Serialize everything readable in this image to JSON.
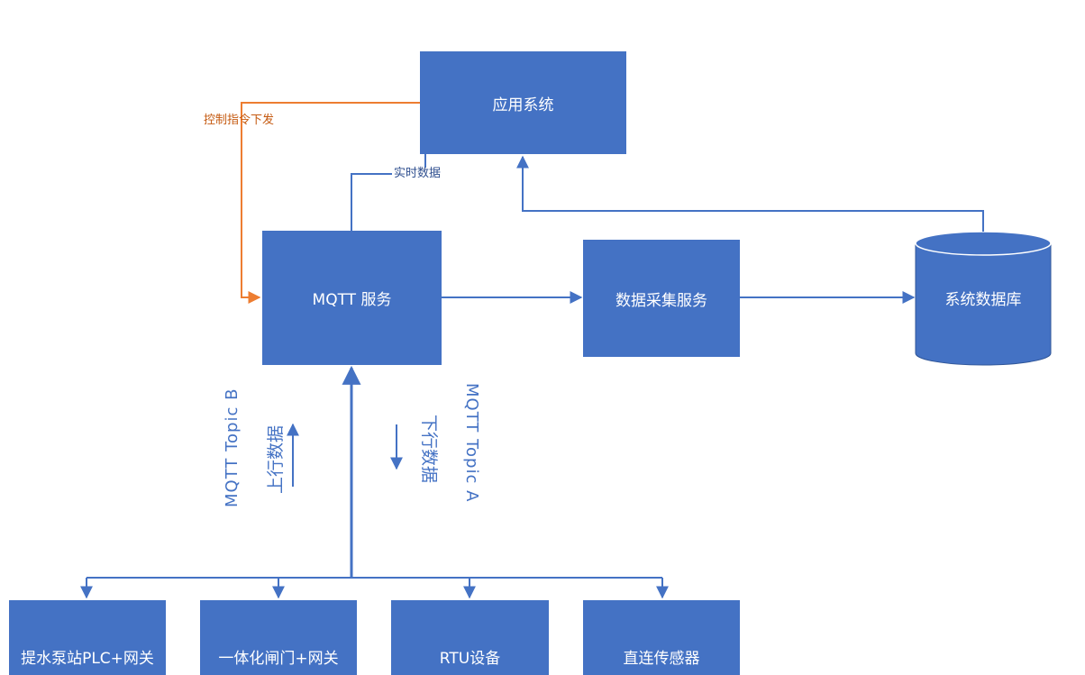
{
  "nodes": {
    "app_system": "应用系统",
    "mqtt_service": "MQTT 服务",
    "data_collection": "数据采集服务",
    "database": "系统数据库",
    "pump_station": "提水泵站PLC+网关",
    "gate": "一体化闸门+网关",
    "rtu": "RTU设备",
    "sensor": "直连传感器"
  },
  "edge_labels": {
    "control_cmd": "控制指令下发",
    "realtime_data": "实时数据",
    "topic_b": "MQTT Topic B",
    "uplink": "上行数据",
    "topic_a": "MQTT Topic A",
    "downlink": "下行数据"
  },
  "colors": {
    "box_fill": "#4472C4",
    "line_blue": "#4472C4",
    "line_orange": "#ED7D31"
  }
}
